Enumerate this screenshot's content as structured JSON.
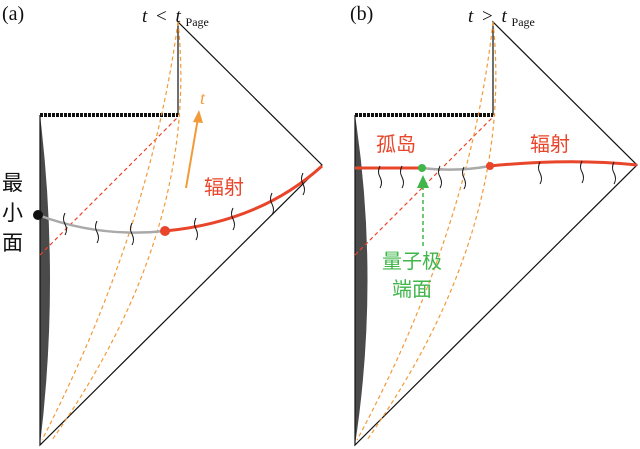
{
  "panels": [
    {
      "label": "(a)",
      "time_condition": {
        "t": "t",
        "op": "<",
        "sub_t": "t",
        "sub": "Page"
      },
      "arrow_label": "t",
      "radiation_label": "辐射",
      "qes_label": [
        "最",
        "小",
        "面"
      ]
    },
    {
      "label": "(b)",
      "time_condition": {
        "t": "t",
        "op": ">",
        "sub_t": "t",
        "sub": "Page"
      },
      "island_label": "孤岛",
      "radiation_label": "辐射",
      "qes_label": [
        "量子极",
        "端面"
      ]
    }
  ],
  "colors": {
    "red": "#e8452a",
    "orange": "#f29a3a",
    "green": "#3fb54a",
    "gray": "#a9a9a9",
    "black": "#111111",
    "dark_region": "#4a4a4a"
  }
}
